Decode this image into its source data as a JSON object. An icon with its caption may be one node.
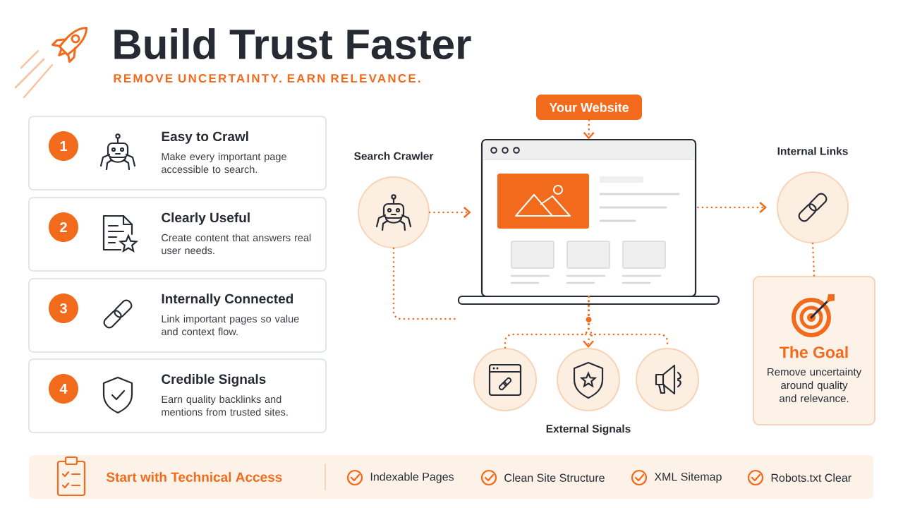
{
  "diagram": {
    "title": "Build Trust Faster",
    "nodes": [
      {
        "text": [
          "1",
          "Easy to Crawl",
          "Make every important page accessible to search."
        ]
      },
      {
        "text": [
          "2",
          "Clearly Useful",
          "Create content that answers real user needs."
        ]
      },
      {
        "text": [
          "3",
          "Internally Connected",
          "Link important pages so value and context flow."
        ]
      },
      {
        "text": [
          "4",
          "Credible Signals",
          "Earn quality backlinks and mentions from trusted sites."
        ]
      },
      {
        "text": [
          "Your Website"
        ]
      },
      {
        "text": [],
        "shape": "picture"
      },
      {
        "text": [
          "Search Crawler"
        ]
      },
      {
        "text": [
          "Internal Links"
        ]
      },
      {
        "text": [
          "The Goal",
          "Remove uncertainty around quality and relevance."
        ]
      },
      {
        "text": [],
        "shape": "circle"
      },
      {
        "text": [],
        "shape": "circle"
      },
      {
        "text": [],
        "shape": "circle"
      },
      {
        "text": [
          "Start with Technical Access",
          "Indexable Pages",
          "Clean Site Structure",
          "XML Sitemap",
          "Robots.txt Clear"
        ]
      }
    ],
    "edges": [
      {
        "from": 4,
        "to": 5,
        "arrow": "to"
      },
      {
        "from": 6,
        "to": 5,
        "arrow": "to"
      },
      {
        "from": 5,
        "to": 7,
        "arrow": "to"
      },
      {
        "from": 7,
        "to": 8,
        "arrow": "none"
      },
      {
        "from": 6,
        "to": null,
        "arrow": "none"
      },
      {
        "from": 5,
        "to": 9,
        "arrow": "none"
      },
      {
        "from": 5,
        "to": 10,
        "arrow": "to"
      },
      {
        "from": 5,
        "to": 11,
        "arrow": "none"
      }
    ],
    "labels": [
      "REMOVE UNCERTAINTY. EARN RELEVANCE.",
      "External Signals"
    ]
  }
}
